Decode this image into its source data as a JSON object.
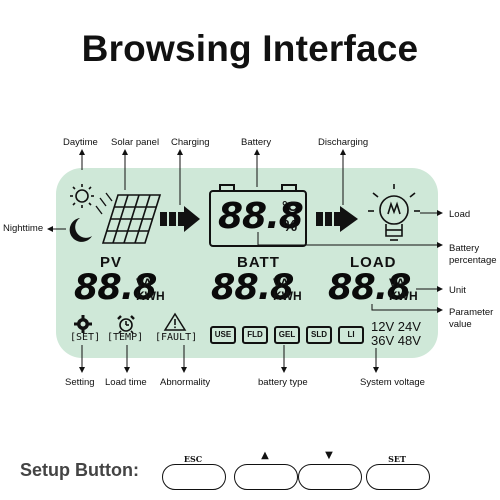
{
  "title": "Browsing Interface",
  "callouts": {
    "daytime": "Daytime",
    "solar_panel": "Solar panel",
    "charging": "Charging",
    "battery": "Battery",
    "discharging": "Discharging",
    "nighttime": "Nighttime",
    "load": "Load",
    "battery_percentage_line1": "Battery",
    "battery_percentage_line2": "percentage",
    "unit": "Unit",
    "parameter_value_line1": "Parameter",
    "parameter_value_line2": "value",
    "setting": "Setting",
    "load_time": "Load time",
    "abnormality": "Abnormality",
    "battery_type": "battery type",
    "system_voltage": "System voltage"
  },
  "lcd": {
    "battery_reading": "88.8",
    "temp_unit": "°C",
    "percent_unit": "%",
    "pv_label": "PV",
    "batt_label": "BATT",
    "load_label": "LOAD",
    "pv_reading": "88.8",
    "batt_reading": "88.8",
    "load_reading": "88.8",
    "unit_va": "VA",
    "unit_kwh": "KWH",
    "set_label": "[SET]",
    "temp_label": "[TEMP]",
    "fault_label": "[FAULT]",
    "battery_types": [
      "USE",
      "FLD",
      "GEL",
      "SLD",
      "LI"
    ],
    "voltages_row1": "12V 24V",
    "voltages_row2": "36V 48V"
  },
  "setup": {
    "label": "Setup Button:",
    "buttons": [
      "ESC",
      "▲",
      "▼",
      "SET"
    ]
  },
  "colors": {
    "lcd_background": "#cfe8d8",
    "segment": "#0a0a0a"
  }
}
